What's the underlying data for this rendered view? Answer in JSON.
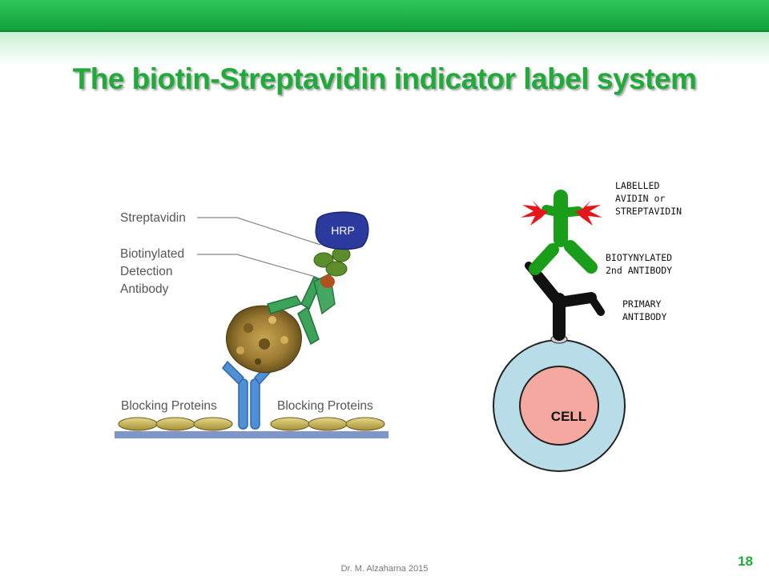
{
  "title": "The biotin-Streptavidin indicator label system",
  "left_diagram": {
    "streptavidin_label": "Streptavidin",
    "biotinylated_label": [
      "Biotinylated",
      "Detection",
      "Antibody"
    ],
    "hrp_label": "HRP",
    "blocking_left": "Blocking Proteins",
    "blocking_right": "Blocking Proteins"
  },
  "right_diagram": {
    "labelled_avidin": [
      "LABELLED",
      "AVIDIN or",
      "STREPTAVIDIN"
    ],
    "biotynylated_2nd": [
      "BIOTYNYLATED",
      "2nd ANTIBODY"
    ],
    "primary_antibody": [
      "PRIMARY",
      "ANTIBODY"
    ],
    "cell_label": "CELL"
  },
  "footer": "Dr. M. Alzaharna 2015",
  "slide_number": "18",
  "colors": {
    "accent": "#1faa3a",
    "hrp": "#2c3a9e",
    "green_antibody": "#1a9e1a",
    "cell_outer": "#b9dde8",
    "cell_inner": "#f4a8a0",
    "label_red": "#e8141c"
  }
}
